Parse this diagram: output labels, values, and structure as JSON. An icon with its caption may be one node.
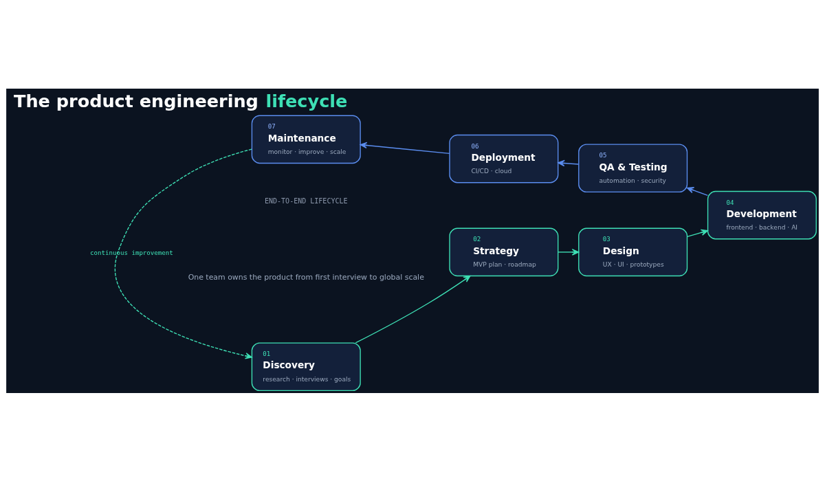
{
  "diagram": {
    "title": "The product engineering lifecycle",
    "nodes": [
      {
        "text": [
          "01",
          "Discovery",
          "research · interviews · goals"
        ]
      },
      {
        "text": [
          "02",
          "Strategy",
          "MVP plan · roadmap"
        ]
      },
      {
        "text": [
          "03",
          "Design",
          "UX · UI · prototypes"
        ]
      },
      {
        "text": [
          "04",
          "Development",
          "frontend · backend · AI"
        ]
      },
      {
        "text": [
          "05",
          "QA & Testing",
          "automation · security"
        ]
      },
      {
        "text": [
          "06",
          "Deployment",
          "CI/CD · cloud"
        ]
      },
      {
        "text": [
          "07",
          "Maintenance",
          "monitor · improve · scale"
        ]
      }
    ],
    "edges": [
      {
        "from": 0,
        "to": 1,
        "arrow": "to"
      },
      {
        "from": 1,
        "to": 2,
        "arrow": "to"
      },
      {
        "from": 2,
        "to": 3,
        "arrow": "to"
      },
      {
        "from": 3,
        "to": 4,
        "arrow": "to",
        "color": "#5b8def"
      },
      {
        "from": 4,
        "to": 5,
        "arrow": "to",
        "color": "#5b8def"
      },
      {
        "from": 5,
        "to": 6,
        "arrow": "to",
        "color": "#5b8def"
      },
      {
        "from": 6,
        "to": 0,
        "arrow": "to",
        "style": "dashed",
        "label": "continuous improvement"
      }
    ],
    "labels": [
      "END-TO-END LIFECYCLE",
      "One team owns the product from first interview to global scale"
    ]
  }
}
